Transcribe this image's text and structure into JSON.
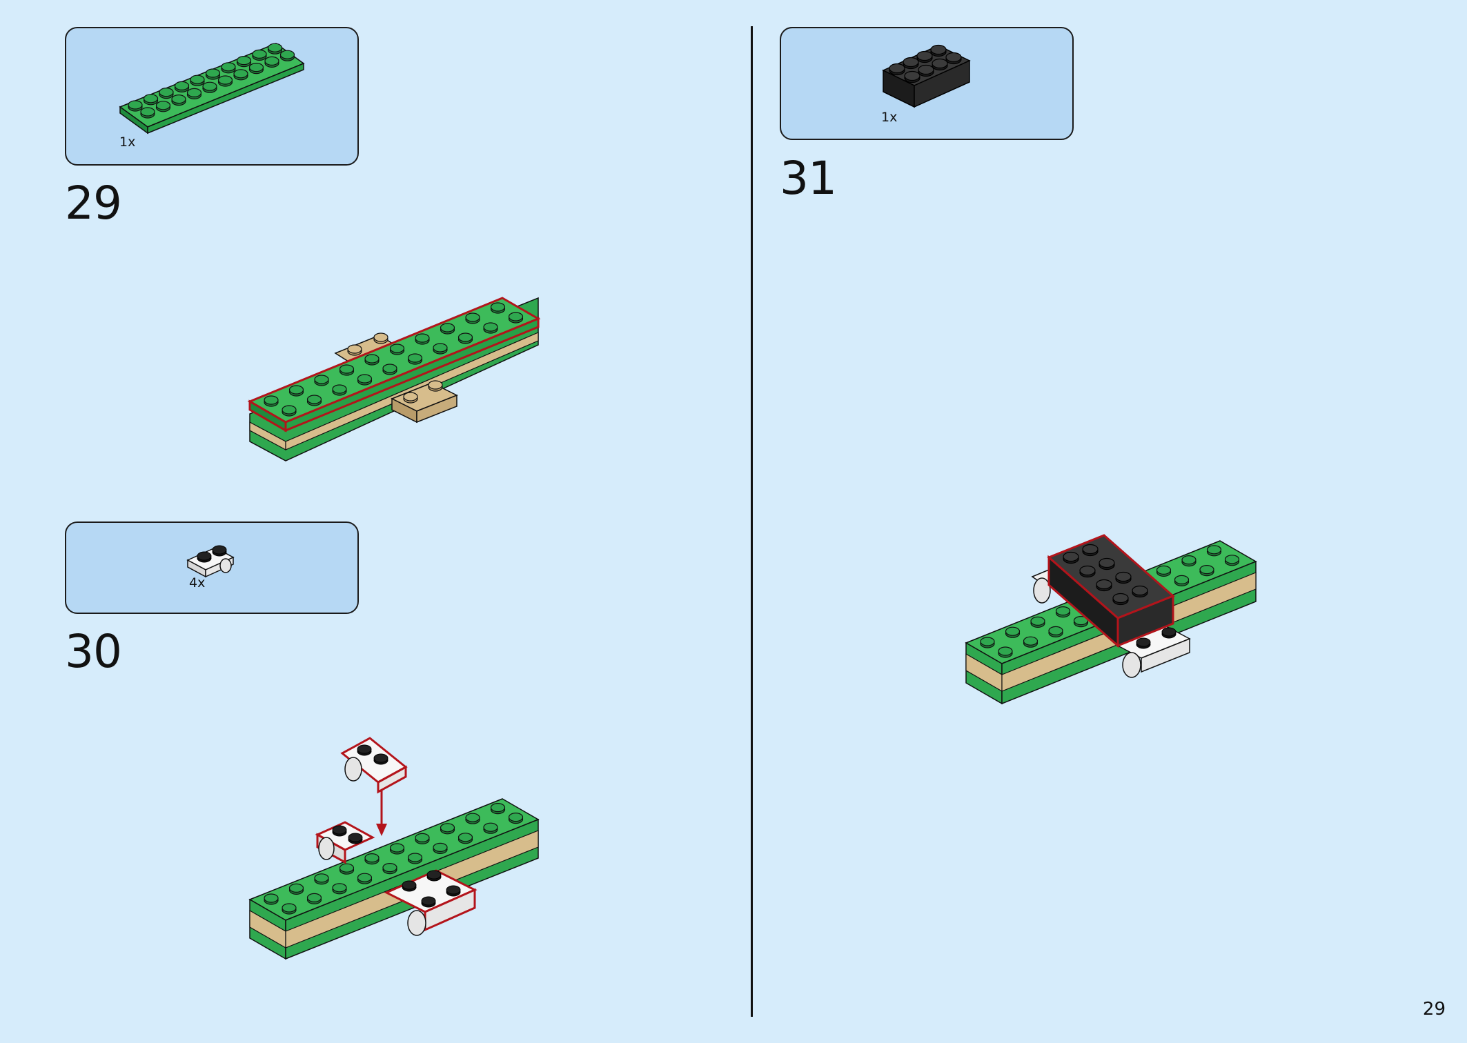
{
  "page": {
    "number": "29"
  },
  "steps": [
    {
      "number": "29",
      "part": {
        "qty": "1x",
        "name": "green-plate-2x10-icon"
      }
    },
    {
      "number": "30",
      "part": {
        "qty": "4x",
        "name": "white-bracket-plate-icon"
      }
    },
    {
      "number": "31",
      "part": {
        "qty": "1x",
        "name": "black-brick-2x4-icon"
      }
    }
  ],
  "colors": {
    "background": "#d6ecfb",
    "callout_box": "#b6d8f4",
    "green_brick": "#2fa84f",
    "tan_brick": "#d7bd8c",
    "black_brick": "#2b2b2b",
    "white_brick": "#f4f4f4",
    "highlight_outline": "#b3141b"
  }
}
